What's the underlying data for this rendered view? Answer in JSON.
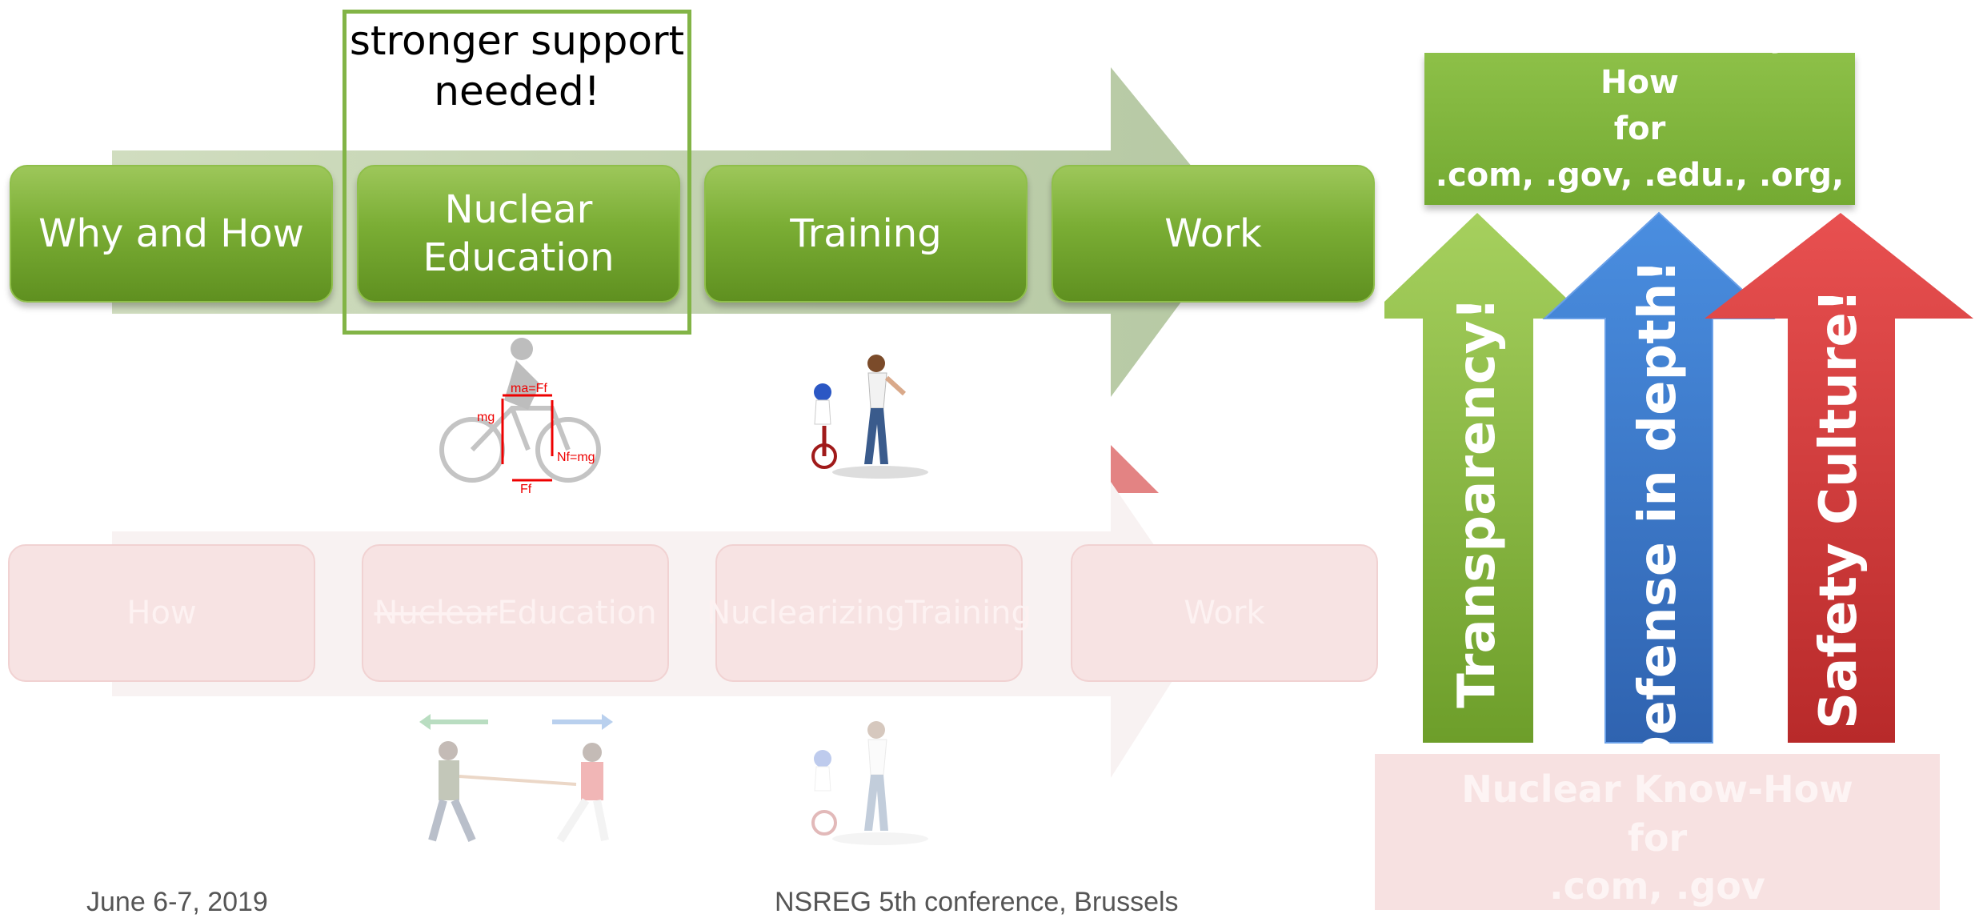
{
  "callout": {
    "line1": "stronger support",
    "line2": "needed!"
  },
  "top_flow": [
    {
      "line1": "Why and How",
      "line2": ""
    },
    {
      "line1": "Nuclear",
      "line2": "Education"
    },
    {
      "line1": "Training",
      "line2": ""
    },
    {
      "line1": "Work",
      "line2": ""
    }
  ],
  "bottom_flow": [
    {
      "line1": "How",
      "line2": "",
      "strike_line1": false
    },
    {
      "line1": "Nuclear",
      "line2": "Education",
      "strike_line1": true
    },
    {
      "line1": "Nuclearizing",
      "line2": "Training",
      "strike_line1": false
    },
    {
      "line1": "Work",
      "line2": "",
      "strike_line1": false
    }
  ],
  "bike_diagram": {
    "ma": "ma=Ff",
    "mg": "mg",
    "nf": "Nf=mg",
    "ff": "Ff"
  },
  "top_target": {
    "line1": "Nuclear Know-Why & How",
    "line2": "for",
    "line3": ".com, .gov, .edu., .org, …"
  },
  "bottom_target": {
    "line1": "Nuclear Know-How",
    "line2": "for",
    "line3": ".com, .gov"
  },
  "pillars": [
    {
      "label": "Transparency!",
      "color": "#7fb23a"
    },
    {
      "label": "Defense in depth!",
      "color": "#3f7fd0"
    },
    {
      "label": "Safety Culture!",
      "color": "#d63c3c"
    }
  ],
  "footer": {
    "date": "June 6-7, 2019",
    "conference": "NSREG 5th conference, Brussels"
  },
  "colors": {
    "green": "#7aad34",
    "pink": "#f7e3e3",
    "blue": "#3f7fd0",
    "red": "#d63c3c"
  }
}
